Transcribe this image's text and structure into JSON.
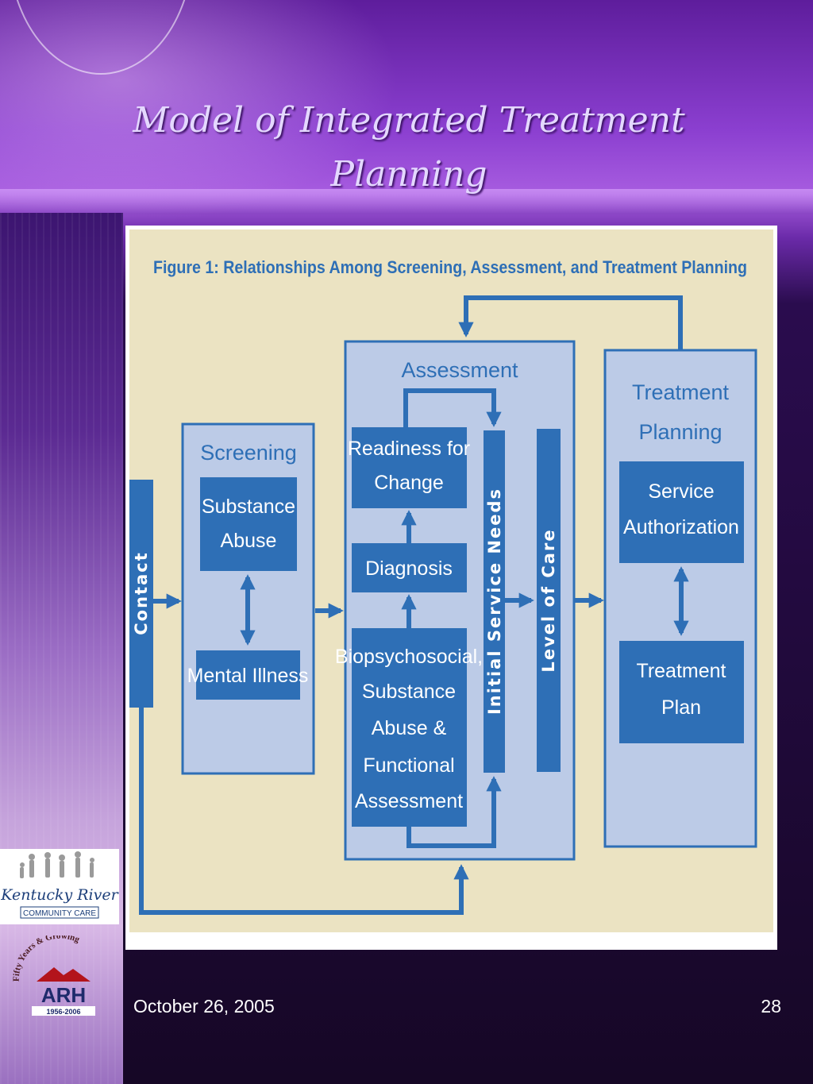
{
  "slide": {
    "title_line1": "Model of Integrated Treatment",
    "title_line2": "Planning",
    "date": "October 26, 2005",
    "page_number": "28"
  },
  "figure": {
    "caption": "Figure 1: Relationships Among Screening, Assessment, and Treatment Planning",
    "contact": "Contact",
    "screening": {
      "title": "Screening",
      "substance_abuse": [
        "Substance",
        "Abuse"
      ],
      "mental_illness": "Mental Illness"
    },
    "assessment": {
      "title": "Assessment",
      "readiness": [
        "Readiness for",
        "Change"
      ],
      "diagnosis": "Diagnosis",
      "biopsychosocial": [
        "Biopsychosocial,",
        "Substance",
        "Abuse &",
        "Functional",
        "Assessment"
      ],
      "initial_service_needs": "Initial Service Needs"
    },
    "level_of_care": "Level of Care",
    "treatment_planning": {
      "title": [
        "Treatment",
        "Planning"
      ],
      "service_authorization": [
        "Service",
        "Authorization"
      ],
      "treatment_plan": [
        "Treatment",
        "Plan"
      ]
    },
    "colors": {
      "box_blue": "#2e6fb6",
      "group_fill": "#bccbe7",
      "panel_bg": "#ebe3c2"
    }
  },
  "logos": {
    "krcc_name": "Kentucky River",
    "krcc_sub": "COMMUNITY CARE",
    "arh_slogan": "Fifty Years & Growing",
    "arh_name": "ARH",
    "arh_years": "1956-2006"
  }
}
